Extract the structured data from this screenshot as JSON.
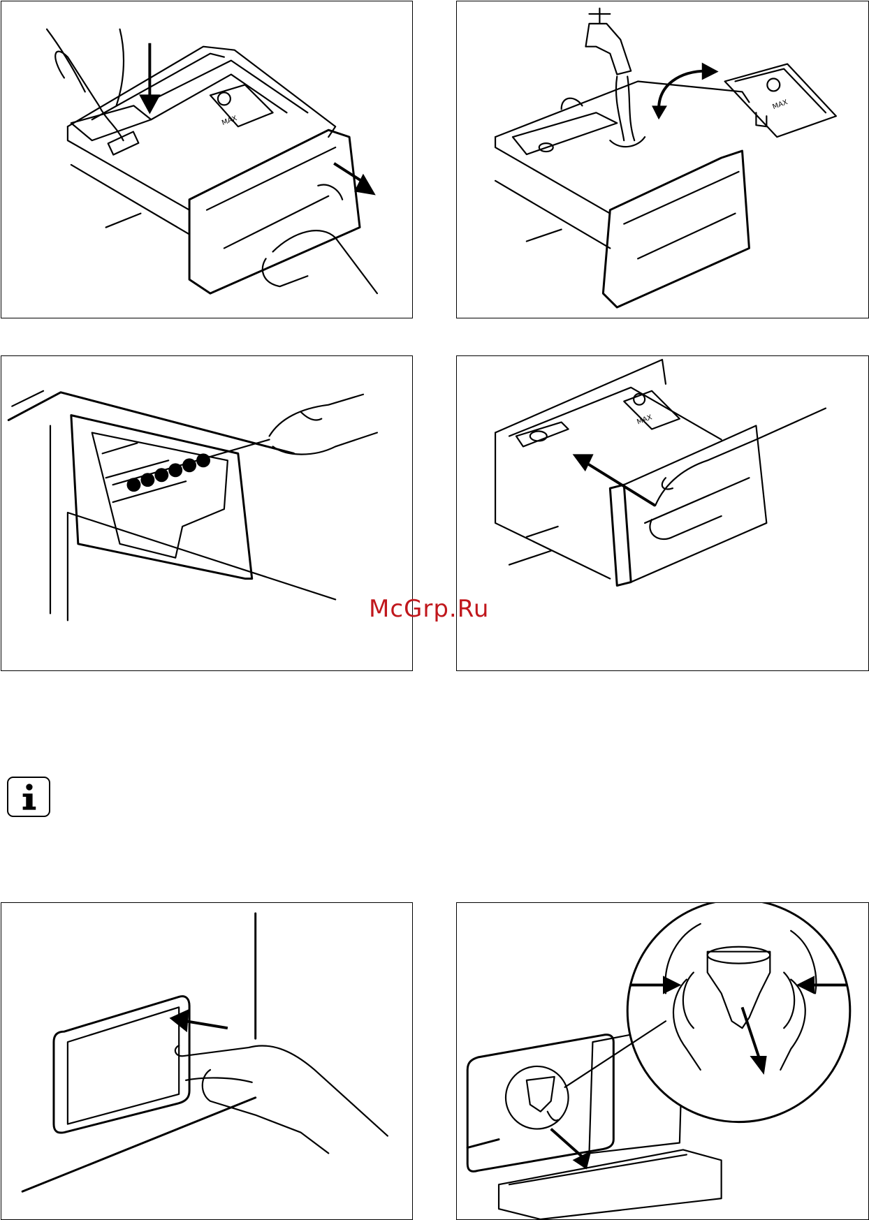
{
  "watermark": {
    "text": "McGrp.Ru",
    "color": "#c0171c"
  },
  "panels": [
    {
      "name": "remove-drawer",
      "icons": [
        "hand-icon",
        "down-arrow-icon",
        "pull-arrow-icon",
        "detergent-drawer-icon"
      ],
      "labels": {
        "max": "MAX"
      }
    },
    {
      "name": "rinse-under-tap",
      "icons": [
        "tap-icon",
        "water-stream-icon",
        "curved-arrow-icon",
        "insert-icon"
      ],
      "labels": {
        "max": "MAX"
      }
    },
    {
      "name": "brush-recess",
      "icons": [
        "brush-icon",
        "hand-icon",
        "drawer-recess-icon"
      ]
    },
    {
      "name": "reinsert-drawer",
      "icons": [
        "hand-icon",
        "push-arrow-icon",
        "detergent-drawer-icon"
      ],
      "labels": {
        "max": "MAX"
      }
    },
    {
      "name": "open-filter-flap",
      "icons": [
        "flap-icon",
        "hand-icon",
        "left-arrow-icon"
      ]
    },
    {
      "name": "drain-filter",
      "icons": [
        "filter-icon",
        "magnifier-icon",
        "tray-icon",
        "squeeze-arrows-icon"
      ]
    }
  ],
  "info_icon": "info-icon"
}
